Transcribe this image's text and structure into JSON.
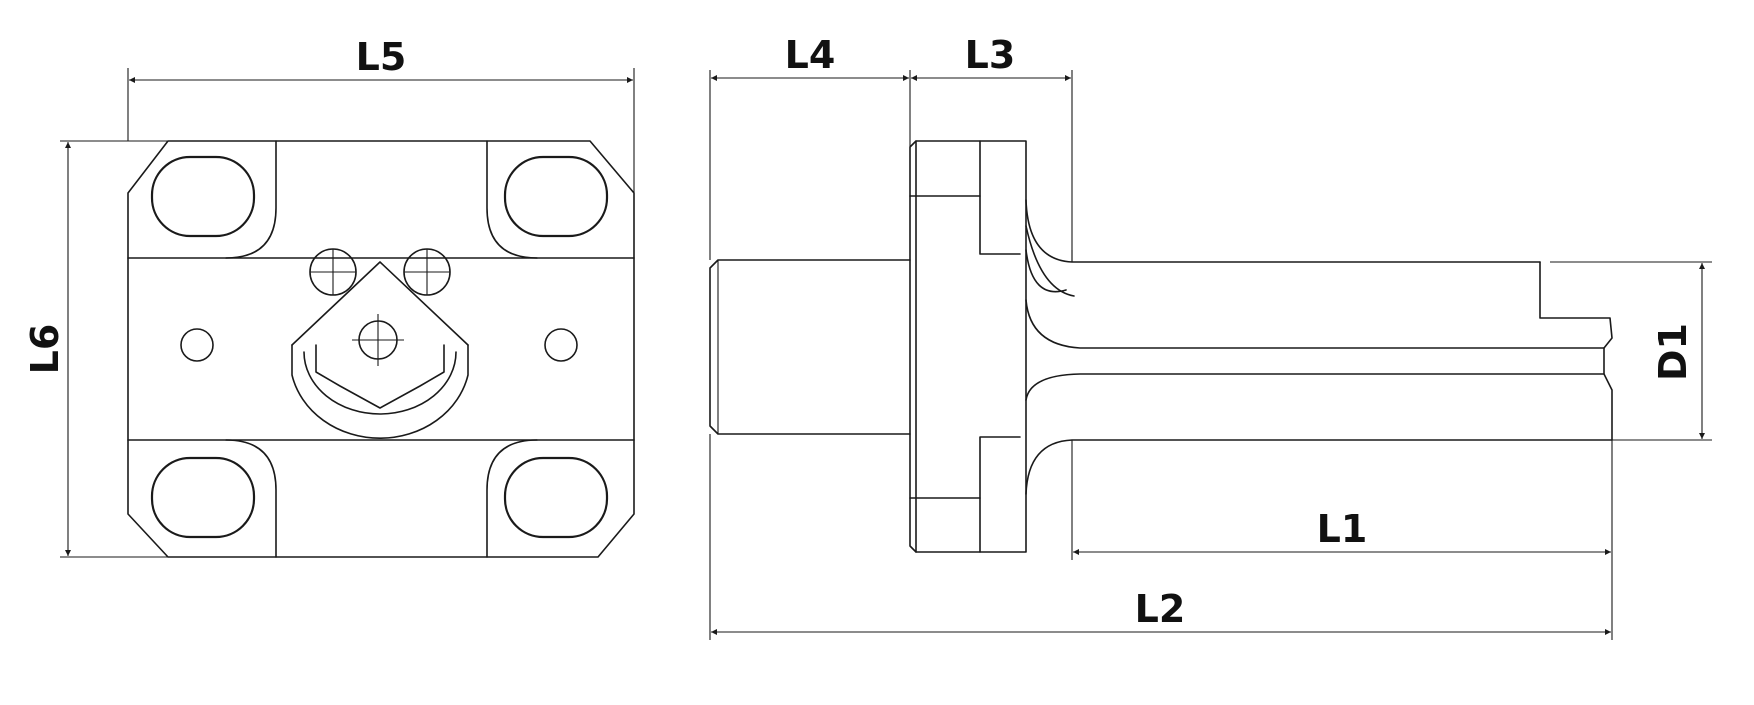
{
  "drawing": {
    "views": [
      "front-view",
      "side-view"
    ],
    "labels": {
      "L1": "L1",
      "L2": "L2",
      "L3": "L3",
      "L4": "L4",
      "L5": "L5",
      "L6": "L6",
      "D1": "D1"
    }
  }
}
